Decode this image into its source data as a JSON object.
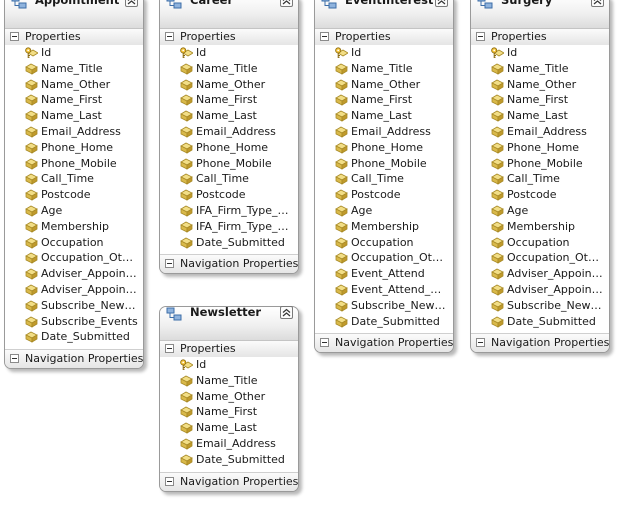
{
  "properties_label": "Properties",
  "navigation_label": "Navigation Properties",
  "entities": [
    {
      "id": "appointment",
      "title": "Appointment",
      "properties": [
        "Id",
        "Name_Title",
        "Name_Other",
        "Name_First",
        "Name_Last",
        "Email_Address",
        "Phone_Home",
        "Phone_Mobile",
        "Call_Time",
        "Postcode",
        "Age",
        "Membership",
        "Occupation",
        "Occupation_Other",
        "Adviser_Appointm...",
        "Adviser_Appointm...",
        "Subscribe_Newsle...",
        "Subscribe_Events",
        "Date_Submitted"
      ]
    },
    {
      "id": "career",
      "title": "Career",
      "properties": [
        "Id",
        "Name_Title",
        "Name_Other",
        "Name_First",
        "Name_Last",
        "Email_Address",
        "Phone_Home",
        "Phone_Mobile",
        "Call_Time",
        "Postcode",
        "IFA_Firm_Type_C...",
        "IFA_Firm_Type_C...",
        "Date_Submitted"
      ]
    },
    {
      "id": "eventinterest",
      "title": "EventInterest",
      "properties": [
        "Id",
        "Name_Title",
        "Name_Other",
        "Name_First",
        "Name_Last",
        "Email_Address",
        "Phone_Home",
        "Phone_Mobile",
        "Call_Time",
        "Postcode",
        "Age",
        "Membership",
        "Occupation",
        "Occupation_Other",
        "Event_Attend",
        "Event_Attend_Other",
        "Subscribe_Newsle...",
        "Date_Submitted"
      ]
    },
    {
      "id": "surgery",
      "title": "Surgery",
      "properties": [
        "Id",
        "Name_Title",
        "Name_Other",
        "Name_First",
        "Name_Last",
        "Email_Address",
        "Phone_Home",
        "Phone_Mobile",
        "Call_Time",
        "Postcode",
        "Age",
        "Membership",
        "Occupation",
        "Occupation_Other",
        "Adviser_Appointm...",
        "Adviser_Appointm...",
        "Subscribe_Newsle...",
        "Date_Submitted"
      ]
    },
    {
      "id": "newsletter",
      "title": "Newsletter",
      "properties": [
        "Id",
        "Name_Title",
        "Name_Other",
        "Name_First",
        "Name_Last",
        "Email_Address",
        "Date_Submitted"
      ]
    }
  ]
}
